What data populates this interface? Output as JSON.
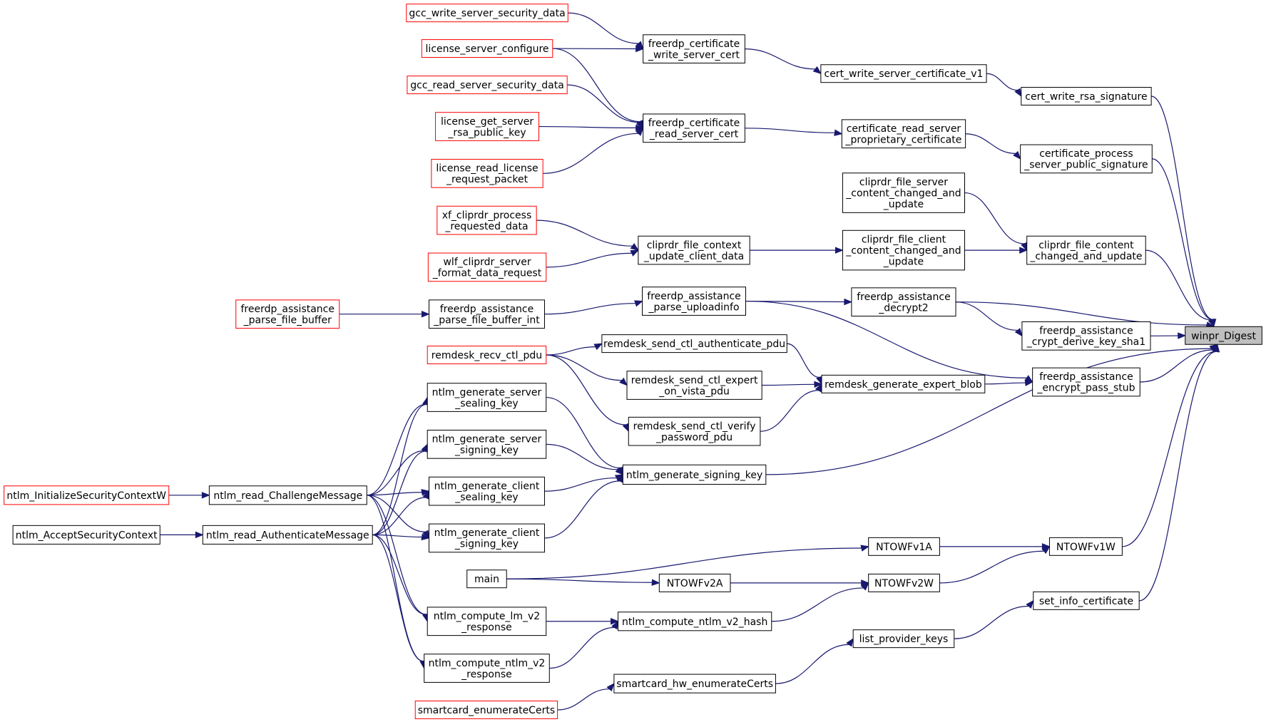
{
  "graph": {
    "colors": {
      "edge": "#191970",
      "boundary_node_border": "#ff0000",
      "node_border": "#000000",
      "root_fill": "#bfbfbf"
    },
    "nodes": [
      {
        "id": "winpr_Digest",
        "lines": [
          "winpr_Digest"
        ],
        "style": "root"
      },
      {
        "id": "cert_write_rsa_signature",
        "lines": [
          "cert_write_rsa_signature"
        ]
      },
      {
        "id": "certificate_process_server_public_signature",
        "lines": [
          "certificate_process",
          "_server_public_signature"
        ]
      },
      {
        "id": "cliprdr_file_content_changed_and_update",
        "lines": [
          "cliprdr_file_content",
          "_changed_and_update"
        ]
      },
      {
        "id": "freerdp_assistance_crypt_derive_key_sha1",
        "lines": [
          "freerdp_assistance",
          "_crypt_derive_key_sha1"
        ]
      },
      {
        "id": "freerdp_assistance_encrypt_pass_stub",
        "lines": [
          "freerdp_assistance",
          "_encrypt_pass_stub"
        ]
      },
      {
        "id": "NTOWFv1W",
        "lines": [
          "NTOWFv1W"
        ]
      },
      {
        "id": "set_info_certificate",
        "lines": [
          "set_info_certificate"
        ]
      },
      {
        "id": "cert_write_server_certificate_v1",
        "lines": [
          "cert_write_server_certificate_v1"
        ]
      },
      {
        "id": "certificate_read_server_proprietary_certificate",
        "lines": [
          "certificate_read_server",
          "_proprietary_certificate"
        ]
      },
      {
        "id": "cliprdr_file_server_content_changed_and_update",
        "lines": [
          "cliprdr_file_server",
          "_content_changed_and",
          "_update"
        ]
      },
      {
        "id": "cliprdr_file_client_content_changed_and_update",
        "lines": [
          "cliprdr_file_client",
          "_content_changed_and",
          "_update"
        ]
      },
      {
        "id": "freerdp_assistance_decrypt2",
        "lines": [
          "freerdp_assistance",
          "_decrypt2"
        ]
      },
      {
        "id": "remdesk_generate_expert_blob",
        "lines": [
          "remdesk_generate_expert_blob"
        ]
      },
      {
        "id": "NTOWFv1A",
        "lines": [
          "NTOWFv1A"
        ]
      },
      {
        "id": "NTOWFv2W",
        "lines": [
          "NTOWFv2W"
        ]
      },
      {
        "id": "list_provider_keys",
        "lines": [
          "list_provider_keys"
        ]
      },
      {
        "id": "freerdp_certificate_write_server_cert",
        "lines": [
          "freerdp_certificate",
          "_write_server_cert"
        ]
      },
      {
        "id": "freerdp_certificate_read_server_cert",
        "lines": [
          "freerdp_certificate",
          "_read_server_cert"
        ]
      },
      {
        "id": "cliprdr_file_context_update_client_data",
        "lines": [
          "cliprdr_file_context",
          "_update_client_data"
        ]
      },
      {
        "id": "freerdp_assistance_parse_uploadinfo",
        "lines": [
          "freerdp_assistance",
          "_parse_uploadinfo"
        ]
      },
      {
        "id": "remdesk_send_ctl_authenticate_pdu",
        "lines": [
          "remdesk_send_ctl_authenticate_pdu"
        ]
      },
      {
        "id": "remdesk_send_ctl_expert_on_vista_pdu",
        "lines": [
          "remdesk_send_ctl_expert",
          "_on_vista_pdu"
        ]
      },
      {
        "id": "remdesk_send_ctl_verify_password_pdu",
        "lines": [
          "remdesk_send_ctl_verify",
          "_password_pdu"
        ]
      },
      {
        "id": "ntlm_generate_signing_key",
        "lines": [
          "ntlm_generate_signing_key"
        ]
      },
      {
        "id": "NTOWFv2A",
        "lines": [
          "NTOWFv2A"
        ]
      },
      {
        "id": "ntlm_compute_ntlm_v2_hash",
        "lines": [
          "ntlm_compute_ntlm_v2_hash"
        ]
      },
      {
        "id": "smartcard_hw_enumerateCerts",
        "lines": [
          "smartcard_hw_enumerateCerts"
        ]
      },
      {
        "id": "gcc_write_server_security_data",
        "lines": [
          "gcc_write_server_security_data"
        ],
        "style": "boundary"
      },
      {
        "id": "license_server_configure",
        "lines": [
          "license_server_configure"
        ],
        "style": "boundary"
      },
      {
        "id": "gcc_read_server_security_data",
        "lines": [
          "gcc_read_server_security_data"
        ],
        "style": "boundary"
      },
      {
        "id": "license_get_server_rsa_public_key",
        "lines": [
          "license_get_server",
          "_rsa_public_key"
        ],
        "style": "boundary"
      },
      {
        "id": "license_read_license_request_packet",
        "lines": [
          "license_read_license",
          "_request_packet"
        ],
        "style": "boundary"
      },
      {
        "id": "xf_cliprdr_process_requested_data",
        "lines": [
          "xf_cliprdr_process",
          "_requested_data"
        ],
        "style": "boundary"
      },
      {
        "id": "wlf_cliprdr_server_format_data_request",
        "lines": [
          "wlf_cliprdr_server",
          "_format_data_request"
        ],
        "style": "boundary"
      },
      {
        "id": "freerdp_assistance_parse_file_buffer_int",
        "lines": [
          "freerdp_assistance",
          "_parse_file_buffer_int"
        ]
      },
      {
        "id": "remdesk_recv_ctl_pdu",
        "lines": [
          "remdesk_recv_ctl_pdu"
        ],
        "style": "boundary"
      },
      {
        "id": "ntlm_generate_server_sealing_key",
        "lines": [
          "ntlm_generate_server",
          "_sealing_key"
        ]
      },
      {
        "id": "ntlm_generate_server_signing_key",
        "lines": [
          "ntlm_generate_server",
          "_signing_key"
        ]
      },
      {
        "id": "ntlm_generate_client_sealing_key",
        "lines": [
          "ntlm_generate_client",
          "_sealing_key"
        ]
      },
      {
        "id": "ntlm_generate_client_signing_key",
        "lines": [
          "ntlm_generate_client",
          "_signing_key"
        ]
      },
      {
        "id": "main",
        "lines": [
          "main"
        ]
      },
      {
        "id": "ntlm_compute_lm_v2_response",
        "lines": [
          "ntlm_compute_lm_v2",
          "_response"
        ]
      },
      {
        "id": "ntlm_compute_ntlm_v2_response",
        "lines": [
          "ntlm_compute_ntlm_v2",
          "_response"
        ]
      },
      {
        "id": "smartcard_enumerateCerts",
        "lines": [
          "smartcard_enumerateCerts"
        ],
        "style": "boundary"
      },
      {
        "id": "freerdp_assistance_parse_file_buffer",
        "lines": [
          "freerdp_assistance",
          "_parse_file_buffer"
        ],
        "style": "boundary"
      },
      {
        "id": "ntlm_read_ChallengeMessage",
        "lines": [
          "ntlm_read_ChallengeMessage"
        ]
      },
      {
        "id": "ntlm_read_AuthenticateMessage",
        "lines": [
          "ntlm_read_AuthenticateMessage"
        ]
      },
      {
        "id": "ntlm_InitializeSecurityContextW",
        "lines": [
          "ntlm_InitializeSecurityContextW"
        ],
        "style": "boundary"
      },
      {
        "id": "ntlm_AcceptSecurityContext",
        "lines": [
          "ntlm_AcceptSecurityContext"
        ]
      }
    ],
    "edges": [
      [
        "gcc_write_server_security_data",
        "freerdp_certificate_write_server_cert"
      ],
      [
        "license_server_configure",
        "freerdp_certificate_write_server_cert"
      ],
      [
        "license_server_configure",
        "freerdp_certificate_read_server_cert"
      ],
      [
        "gcc_read_server_security_data",
        "freerdp_certificate_read_server_cert"
      ],
      [
        "license_get_server_rsa_public_key",
        "freerdp_certificate_read_server_cert"
      ],
      [
        "license_read_license_request_packet",
        "freerdp_certificate_read_server_cert"
      ],
      [
        "freerdp_certificate_write_server_cert",
        "cert_write_server_certificate_v1"
      ],
      [
        "freerdp_certificate_read_server_cert",
        "certificate_read_server_proprietary_certificate"
      ],
      [
        "cert_write_server_certificate_v1",
        "cert_write_rsa_signature"
      ],
      [
        "certificate_read_server_proprietary_certificate",
        "certificate_process_server_public_signature"
      ],
      [
        "xf_cliprdr_process_requested_data",
        "cliprdr_file_context_update_client_data"
      ],
      [
        "wlf_cliprdr_server_format_data_request",
        "cliprdr_file_context_update_client_data"
      ],
      [
        "cliprdr_file_context_update_client_data",
        "cliprdr_file_client_content_changed_and_update"
      ],
      [
        "cliprdr_file_server_content_changed_and_update",
        "cliprdr_file_content_changed_and_update"
      ],
      [
        "cliprdr_file_client_content_changed_and_update",
        "cliprdr_file_content_changed_and_update"
      ],
      [
        "freerdp_assistance_parse_file_buffer",
        "freerdp_assistance_parse_file_buffer_int"
      ],
      [
        "freerdp_assistance_parse_file_buffer_int",
        "freerdp_assistance_parse_uploadinfo"
      ],
      [
        "freerdp_assistance_parse_uploadinfo",
        "freerdp_assistance_decrypt2"
      ],
      [
        "freerdp_assistance_parse_uploadinfo",
        "freerdp_assistance_encrypt_pass_stub"
      ],
      [
        "freerdp_assistance_decrypt2",
        "freerdp_assistance_crypt_derive_key_sha1"
      ],
      [
        "remdesk_recv_ctl_pdu",
        "remdesk_send_ctl_authenticate_pdu"
      ],
      [
        "remdesk_recv_ctl_pdu",
        "remdesk_send_ctl_expert_on_vista_pdu"
      ],
      [
        "remdesk_recv_ctl_pdu",
        "remdesk_send_ctl_verify_password_pdu"
      ],
      [
        "remdesk_send_ctl_authenticate_pdu",
        "remdesk_generate_expert_blob"
      ],
      [
        "remdesk_send_ctl_expert_on_vista_pdu",
        "remdesk_generate_expert_blob"
      ],
      [
        "remdesk_send_ctl_verify_password_pdu",
        "remdesk_generate_expert_blob"
      ],
      [
        "remdesk_generate_expert_blob",
        "freerdp_assistance_encrypt_pass_stub"
      ],
      [
        "ntlm_InitializeSecurityContextW",
        "ntlm_read_ChallengeMessage"
      ],
      [
        "ntlm_AcceptSecurityContext",
        "ntlm_read_AuthenticateMessage"
      ],
      [
        "ntlm_read_ChallengeMessage",
        "ntlm_generate_server_sealing_key"
      ],
      [
        "ntlm_read_ChallengeMessage",
        "ntlm_generate_server_signing_key"
      ],
      [
        "ntlm_read_ChallengeMessage",
        "ntlm_generate_client_sealing_key"
      ],
      [
        "ntlm_read_ChallengeMessage",
        "ntlm_generate_client_signing_key"
      ],
      [
        "ntlm_read_ChallengeMessage",
        "ntlm_compute_lm_v2_response"
      ],
      [
        "ntlm_read_ChallengeMessage",
        "ntlm_compute_ntlm_v2_response"
      ],
      [
        "ntlm_read_AuthenticateMessage",
        "ntlm_generate_server_sealing_key"
      ],
      [
        "ntlm_read_AuthenticateMessage",
        "ntlm_generate_server_signing_key"
      ],
      [
        "ntlm_read_AuthenticateMessage",
        "ntlm_generate_client_sealing_key"
      ],
      [
        "ntlm_read_AuthenticateMessage",
        "ntlm_generate_client_signing_key"
      ],
      [
        "ntlm_read_AuthenticateMessage",
        "ntlm_compute_lm_v2_response"
      ],
      [
        "ntlm_read_AuthenticateMessage",
        "ntlm_compute_ntlm_v2_response"
      ],
      [
        "ntlm_generate_server_sealing_key",
        "ntlm_generate_signing_key"
      ],
      [
        "ntlm_generate_server_signing_key",
        "ntlm_generate_signing_key"
      ],
      [
        "ntlm_generate_client_sealing_key",
        "ntlm_generate_signing_key"
      ],
      [
        "ntlm_generate_client_signing_key",
        "ntlm_generate_signing_key"
      ],
      [
        "main",
        "NTOWFv1A"
      ],
      [
        "main",
        "NTOWFv2A"
      ],
      [
        "NTOWFv2A",
        "NTOWFv2W"
      ],
      [
        "ntlm_compute_lm_v2_response",
        "ntlm_compute_ntlm_v2_hash"
      ],
      [
        "ntlm_compute_ntlm_v2_response",
        "ntlm_compute_ntlm_v2_hash"
      ],
      [
        "ntlm_compute_ntlm_v2_hash",
        "NTOWFv2W"
      ],
      [
        "NTOWFv1A",
        "NTOWFv1W"
      ],
      [
        "NTOWFv2W",
        "NTOWFv1W"
      ],
      [
        "smartcard_enumerateCerts",
        "smartcard_hw_enumerateCerts"
      ],
      [
        "smartcard_hw_enumerateCerts",
        "list_provider_keys"
      ],
      [
        "list_provider_keys",
        "set_info_certificate"
      ],
      [
        "cert_write_rsa_signature",
        "winpr_Digest"
      ],
      [
        "certificate_process_server_public_signature",
        "winpr_Digest"
      ],
      [
        "cliprdr_file_content_changed_and_update",
        "winpr_Digest"
      ],
      [
        "freerdp_assistance_decrypt2",
        "winpr_Digest"
      ],
      [
        "freerdp_assistance_crypt_derive_key_sha1",
        "winpr_Digest"
      ],
      [
        "freerdp_assistance_encrypt_pass_stub",
        "winpr_Digest"
      ],
      [
        "ntlm_generate_signing_key",
        "winpr_Digest"
      ],
      [
        "NTOWFv1W",
        "winpr_Digest"
      ],
      [
        "set_info_certificate",
        "winpr_Digest"
      ]
    ]
  }
}
